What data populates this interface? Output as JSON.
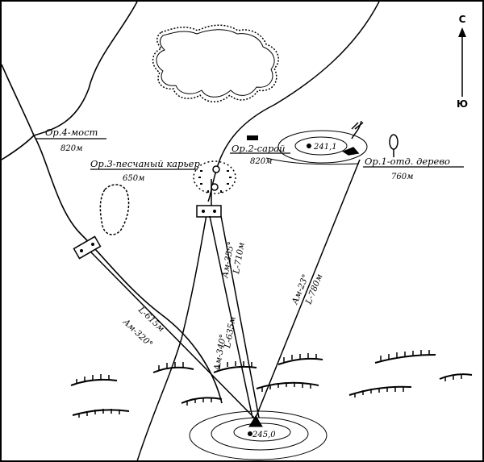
{
  "compass": {
    "north": "С",
    "south": "Ю"
  },
  "landmarks": [
    {
      "id": "or1",
      "name": "Ор.1-отд. дерево",
      "distance": "760м"
    },
    {
      "id": "or2",
      "name": "Ор.2-сарай",
      "distance": "820м"
    },
    {
      "id": "or3",
      "name": "Ор.3-песчаный карьер",
      "distance": "650м"
    },
    {
      "id": "or4",
      "name": "Ор.4-мост",
      "distance": "820м"
    }
  ],
  "heights": {
    "observation_point": "245,0",
    "hill": "241,1"
  },
  "rays": [
    {
      "id": "to-or1",
      "azimuth": "Ам-23°",
      "length": "L-780м"
    },
    {
      "id": "to-or3",
      "azimuth": "Ам-355°",
      "length": "L-710м"
    },
    {
      "id": "to-bridge-crossing",
      "azimuth": "Ам-320°",
      "length": "L-615м"
    },
    {
      "id": "to-crossing",
      "azimuth": "Ам-340°",
      "length": "L-635м"
    }
  ]
}
